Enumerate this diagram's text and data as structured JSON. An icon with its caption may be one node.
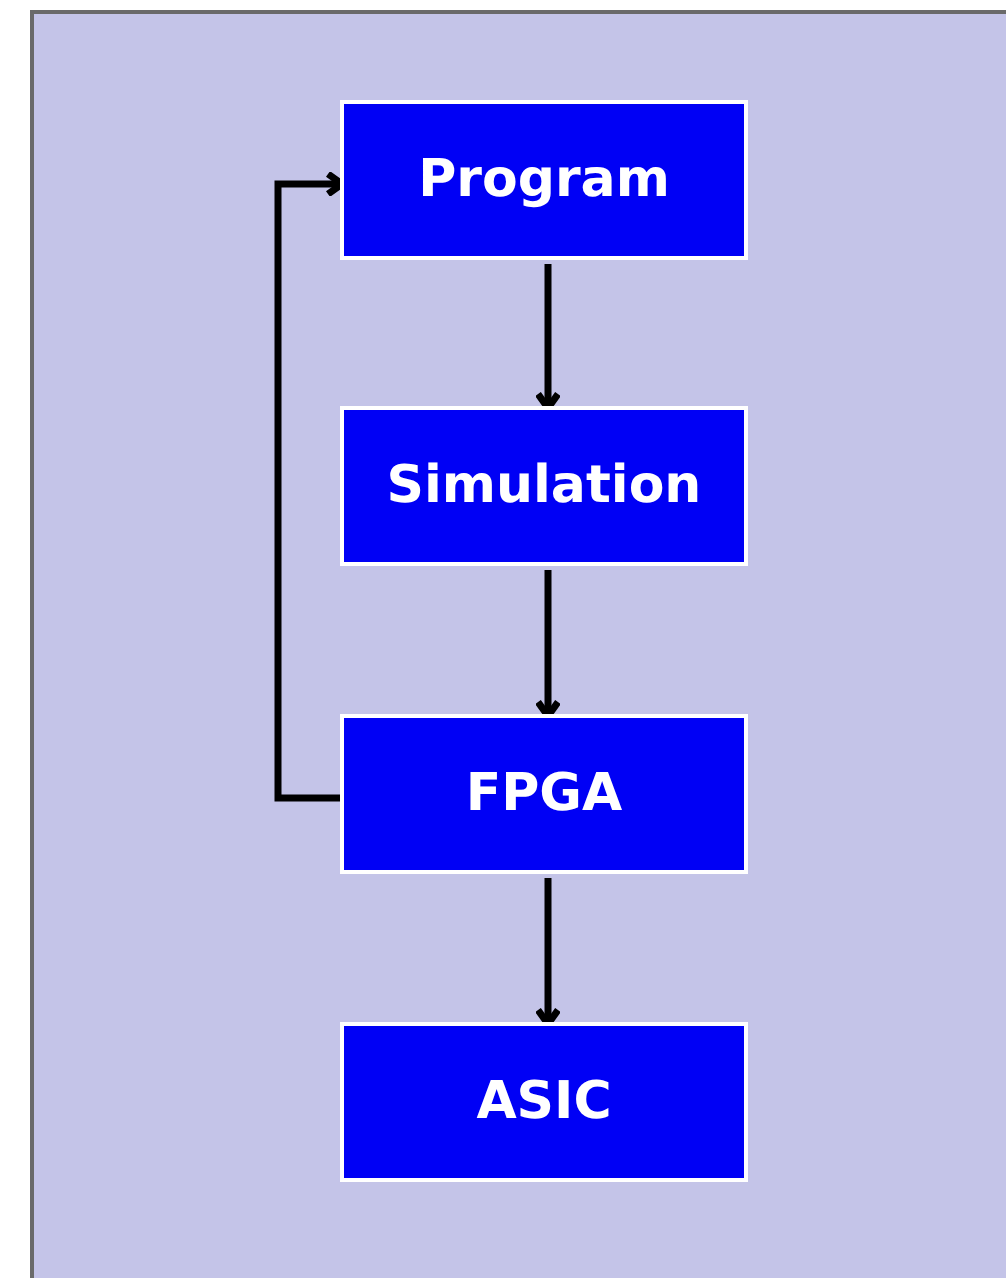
{
  "diagram": {
    "nodes": [
      {
        "text": [
          "Program"
        ]
      },
      {
        "text": [
          "Simulation"
        ]
      },
      {
        "text": [
          "FPGA"
        ]
      },
      {
        "text": [
          "ASIC"
        ]
      }
    ],
    "edges": [
      {
        "from": 0,
        "to": 1,
        "arrow": "to"
      },
      {
        "from": 1,
        "to": 2,
        "arrow": "to"
      },
      {
        "from": 2,
        "to": 3,
        "arrow": "to"
      },
      {
        "from": 2,
        "to": 0,
        "arrow": "to"
      }
    ]
  }
}
